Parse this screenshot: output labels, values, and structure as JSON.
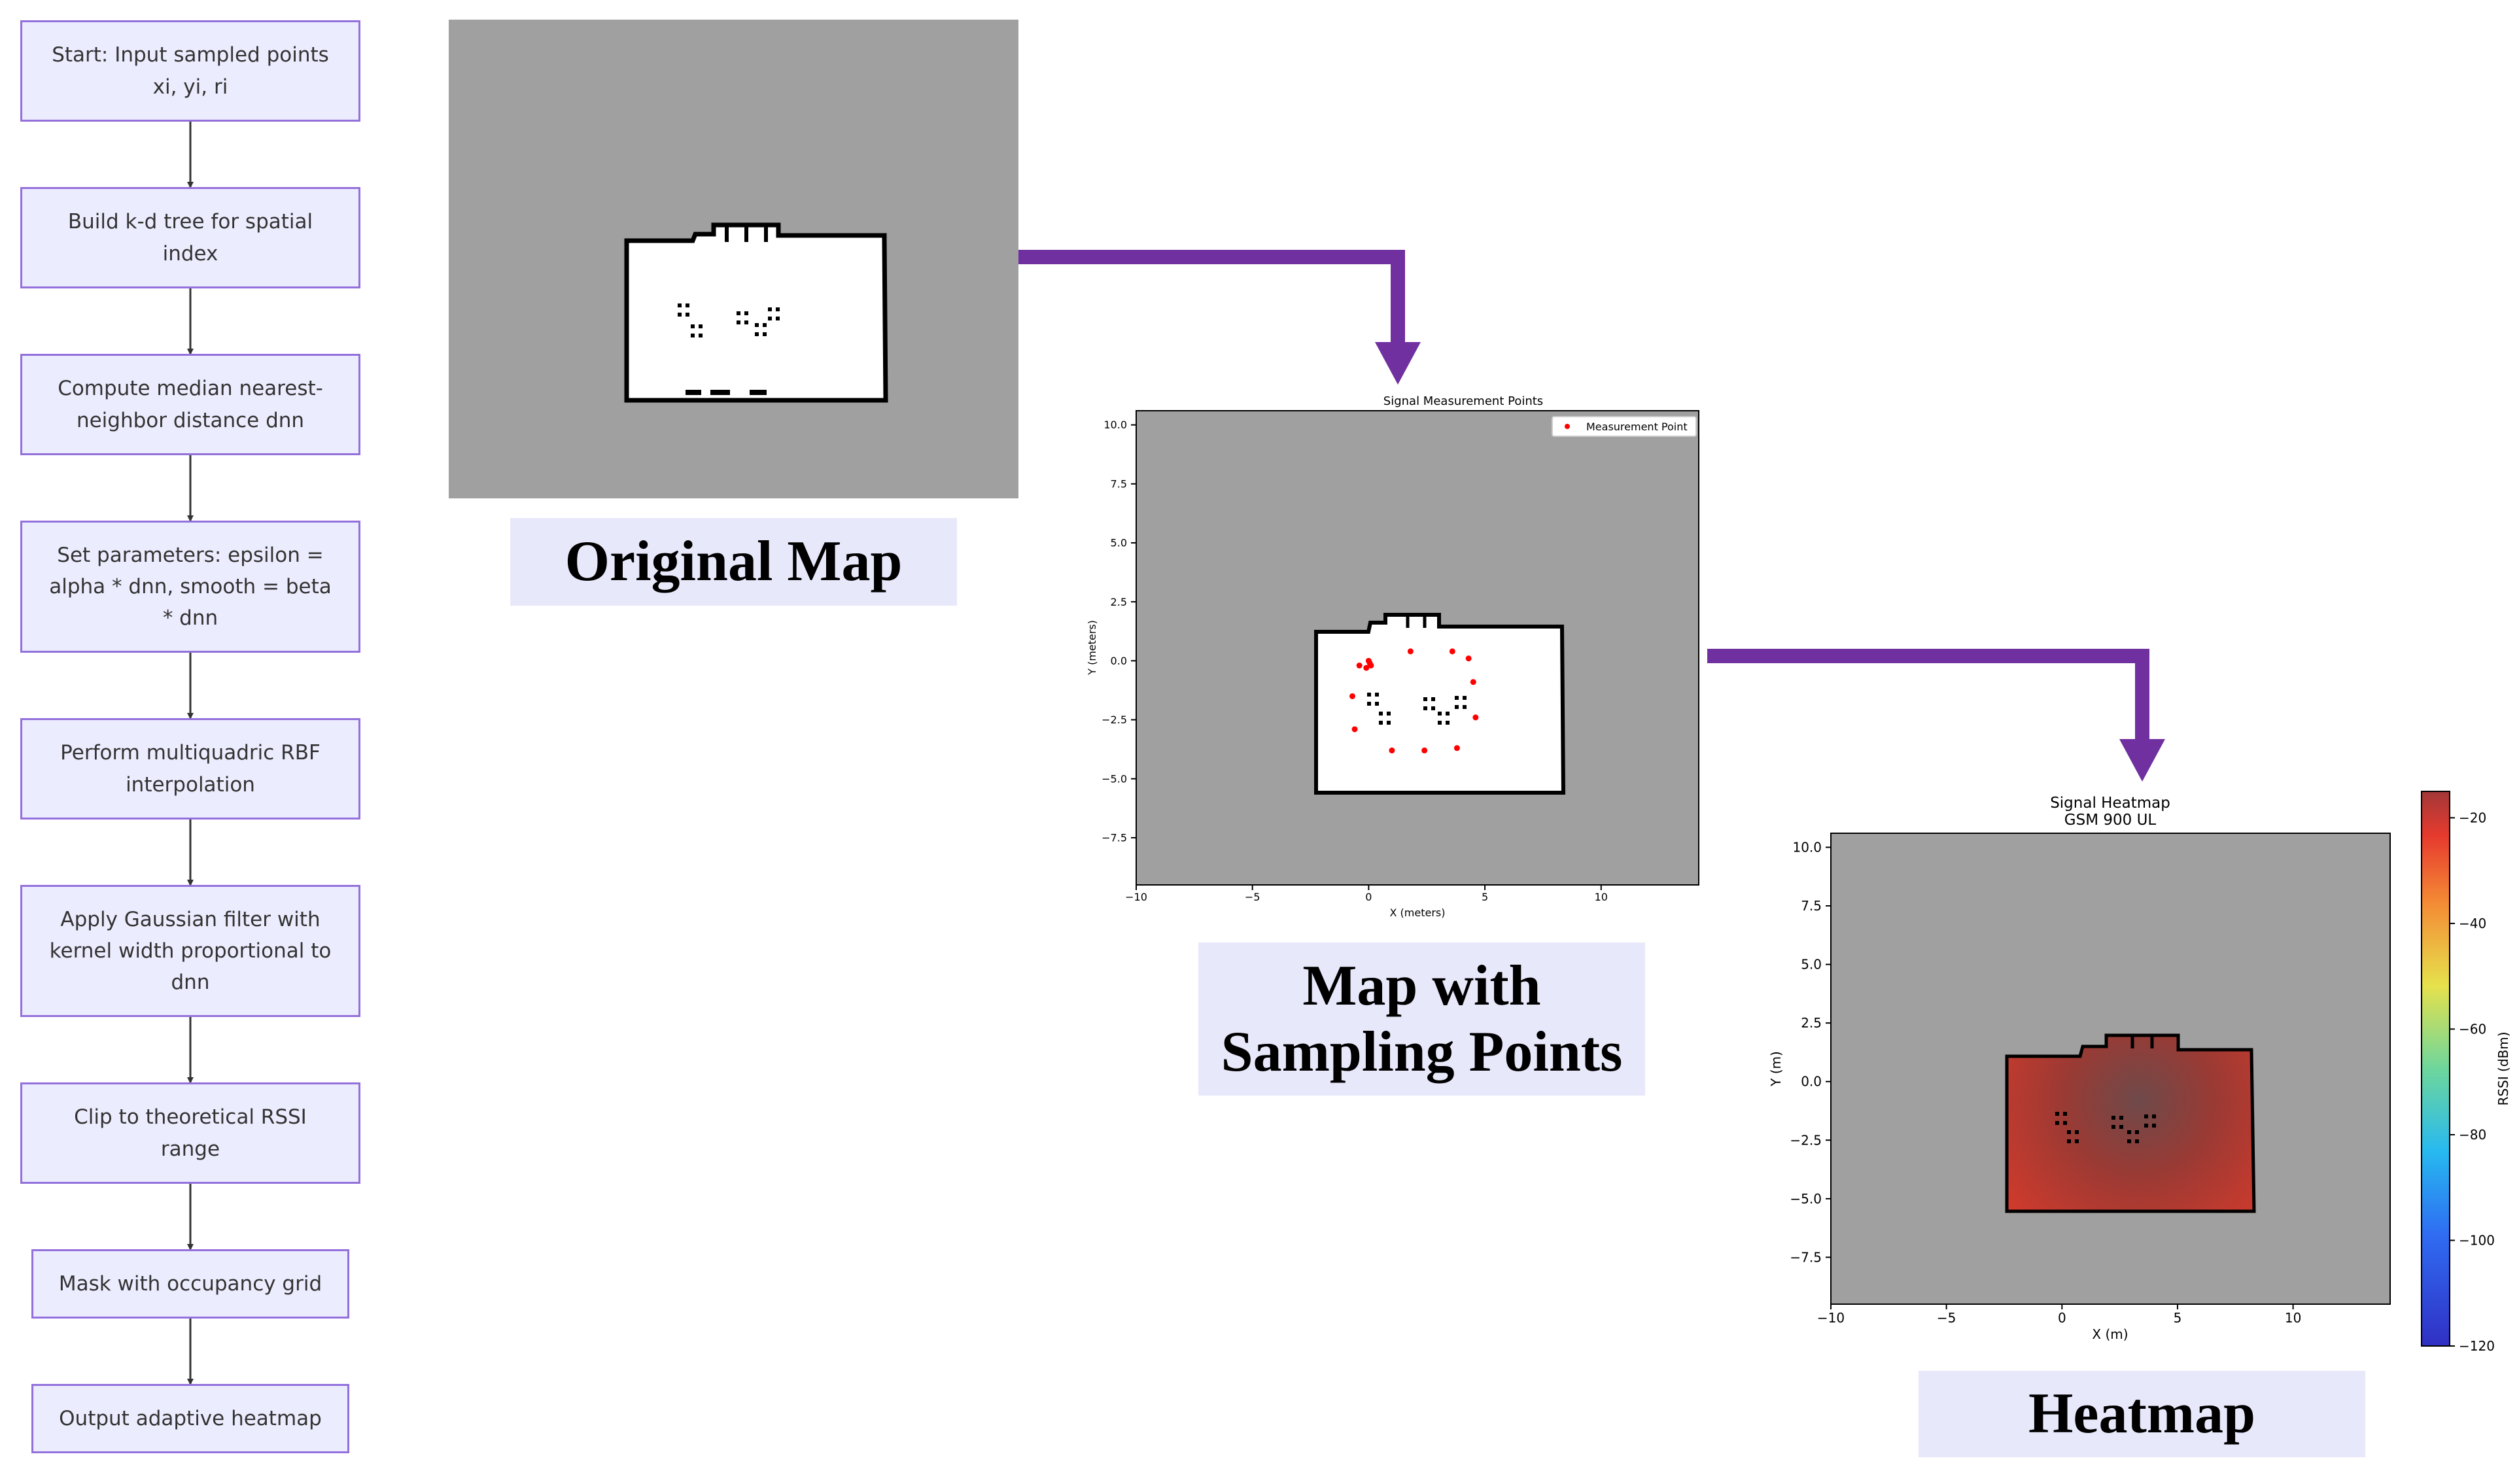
{
  "flowchart": {
    "steps": [
      "Start: Input sampled points xi, yi, ri",
      "Build k-d tree for spatial index",
      "Compute median nearest-neighbor distance dnn",
      "Set parameters: epsilon = alpha * dnn, smooth = beta * dnn",
      "Perform multiquadric RBF interpolation",
      "Apply Gaussian filter with kernel width proportional to dnn",
      "Clip to theoretical RSSI range",
      "Mask with occupancy grid",
      "Output adaptive heatmap"
    ]
  },
  "captions": {
    "original_map": "Original Map",
    "sampling_line1": "Map with",
    "sampling_line2": "Sampling Points",
    "heatmap": "Heatmap"
  },
  "colors": {
    "node_fill": "#ececff",
    "node_border": "#9370db",
    "arrow": "#7030a0",
    "caption_bg": "#e8e8fb",
    "map_unknown": "#a0a0a0",
    "map_free": "#ffffff",
    "map_wall": "#000000",
    "point": "#ff0000"
  },
  "chart_data": [
    {
      "type": "scatter",
      "title": "Signal Measurement Points",
      "xlabel": "X (meters)",
      "ylabel": "Y (meters)",
      "xlim": [
        -10,
        14.2
      ],
      "ylim": [
        -9.5,
        10.6
      ],
      "xticks": [
        "-10",
        "-5",
        "0",
        "5",
        "10"
      ],
      "yticks": [
        "10.0",
        "7.5",
        "5.0",
        "2.5",
        "0.0",
        "-2.5",
        "-5.0",
        "-7.5"
      ],
      "legend": "top-right",
      "series": [
        {
          "name": "Measurement Point",
          "points": [
            [
              -0.4,
              -0.2
            ],
            [
              0.0,
              0.0
            ],
            [
              0.1,
              -0.2
            ],
            [
              0.05,
              -0.1
            ],
            [
              -0.1,
              -0.3
            ],
            [
              1.8,
              0.4
            ],
            [
              3.6,
              0.4
            ],
            [
              4.3,
              0.1
            ],
            [
              4.5,
              -0.9
            ],
            [
              4.6,
              -2.4
            ],
            [
              3.8,
              -3.7
            ],
            [
              2.4,
              -3.8
            ],
            [
              1.0,
              -3.8
            ],
            [
              -0.6,
              -2.9
            ],
            [
              -0.7,
              -1.5
            ]
          ]
        }
      ]
    },
    {
      "type": "heatmap",
      "title": "Signal Heatmap",
      "subtitle": "GSM 900 UL",
      "xlabel": "X (m)",
      "ylabel": "Y (m)",
      "xlim": [
        -10,
        14.2
      ],
      "ylim": [
        -9.5,
        10.6
      ],
      "xticks": [
        "-10",
        "-5",
        "0",
        "5",
        "10"
      ],
      "yticks": [
        "10.0",
        "7.5",
        "5.0",
        "2.5",
        "0.0",
        "-2.5",
        "-5.0",
        "-7.5"
      ],
      "colorbar": {
        "label": "RSSI (dBm)",
        "range": [
          -120,
          -15
        ],
        "ticks": [
          "-20",
          "-40",
          "-60",
          "-80",
          "-100",
          "-120"
        ]
      },
      "rssi_range": [
        -30,
        -20
      ]
    }
  ]
}
